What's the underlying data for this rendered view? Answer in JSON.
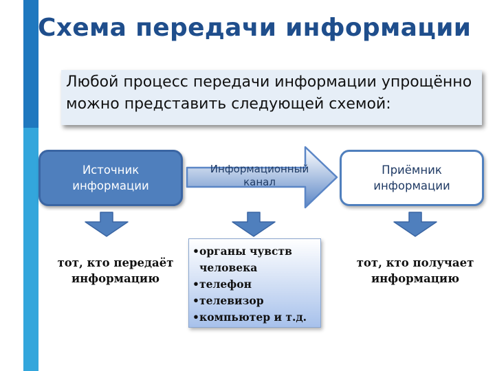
{
  "title": "Схема передачи информации",
  "intro": "Любой процесс передачи информации упрощённо можно представить следующей схемой:",
  "colors": {
    "accent_dark": "#1f4e8c",
    "node_fill": "#4f7fbd",
    "arrow_fill": "#5b86c6",
    "side_bar": "#33a6dc"
  },
  "diagram": {
    "source": {
      "line1": "Источник",
      "line2": "информации"
    },
    "channel": {
      "line1": "Информационный",
      "line2": "канал"
    },
    "receiver": {
      "line1": "Приёмник",
      "line2": "информации"
    }
  },
  "captions": {
    "source": {
      "line1": "тот, кто передаёт",
      "line2": "информацию"
    },
    "receiver": {
      "line1": "тот, кто получает",
      "line2": "информацию"
    }
  },
  "channel_examples": [
    "органы чувств человека",
    "телефон",
    "телевизор",
    "компьютер и т.д."
  ]
}
